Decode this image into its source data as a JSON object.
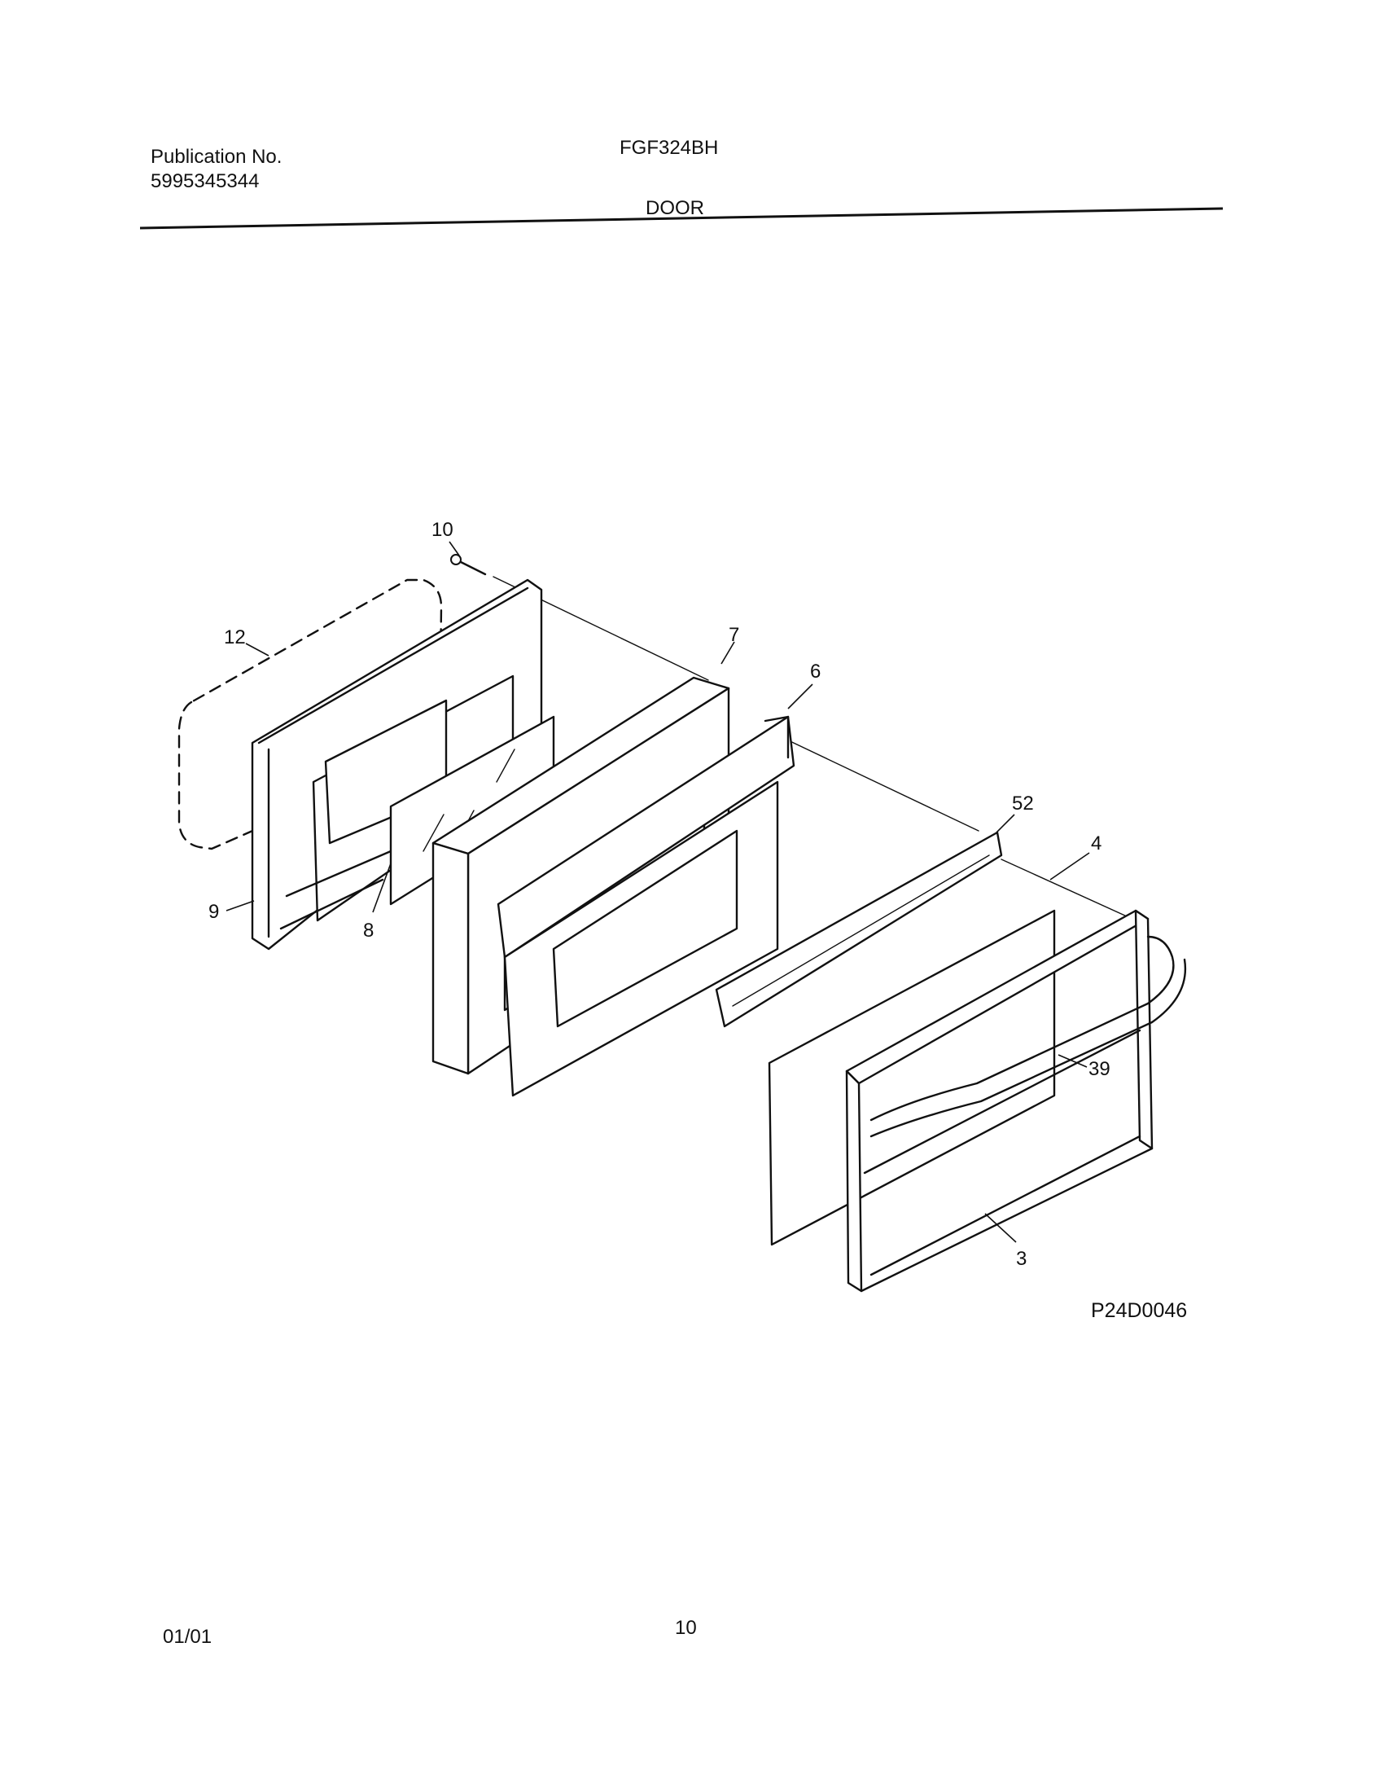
{
  "header": {
    "publication_label": "Publication No.",
    "publication_number": "5995345344",
    "model": "FGF324BH",
    "section_title": "DOOR"
  },
  "diagram": {
    "code": "P24D0046",
    "callouts": {
      "c10": "10",
      "c12": "12",
      "c7": "7",
      "c6": "6",
      "c52": "52",
      "c4": "4",
      "c9": "9",
      "c8": "8",
      "c39": "39",
      "c3": "3"
    }
  },
  "footer": {
    "date": "01/01",
    "page": "10"
  }
}
